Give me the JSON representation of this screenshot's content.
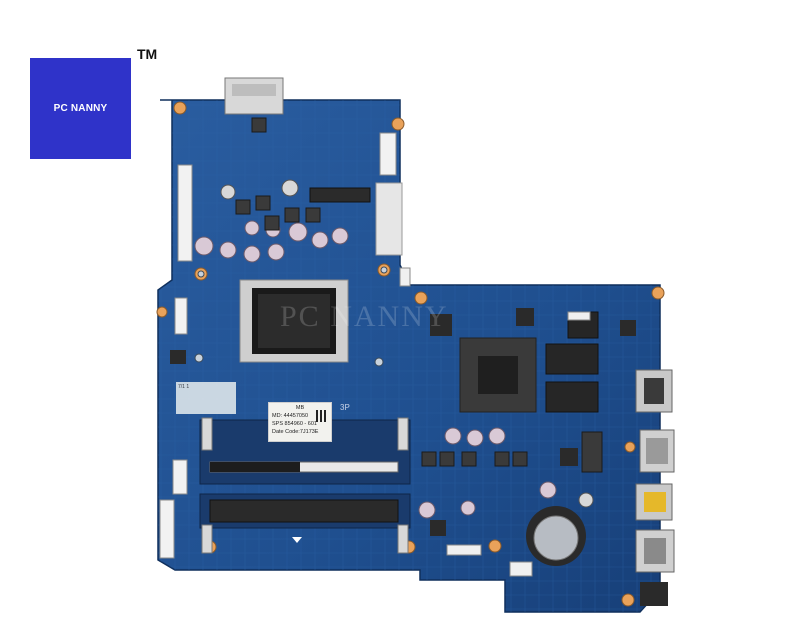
{
  "brand": {
    "logo_text": "PC NANNY",
    "trademark": "TM",
    "watermark": "PC NANNY",
    "colors": {
      "logo_bg": "#2f33c9",
      "pcb": "#1f4f8f",
      "pcb_dark": "#163a6e"
    }
  },
  "board_label": {
    "line1": "MB",
    "line2": "MD: 44457050",
    "line3": "SPS 854960 - 601",
    "line4": "Date Code:7J173E"
  },
  "sticker": {
    "text": "7/1 1"
  },
  "silkscreen": {
    "marking": "3P"
  }
}
